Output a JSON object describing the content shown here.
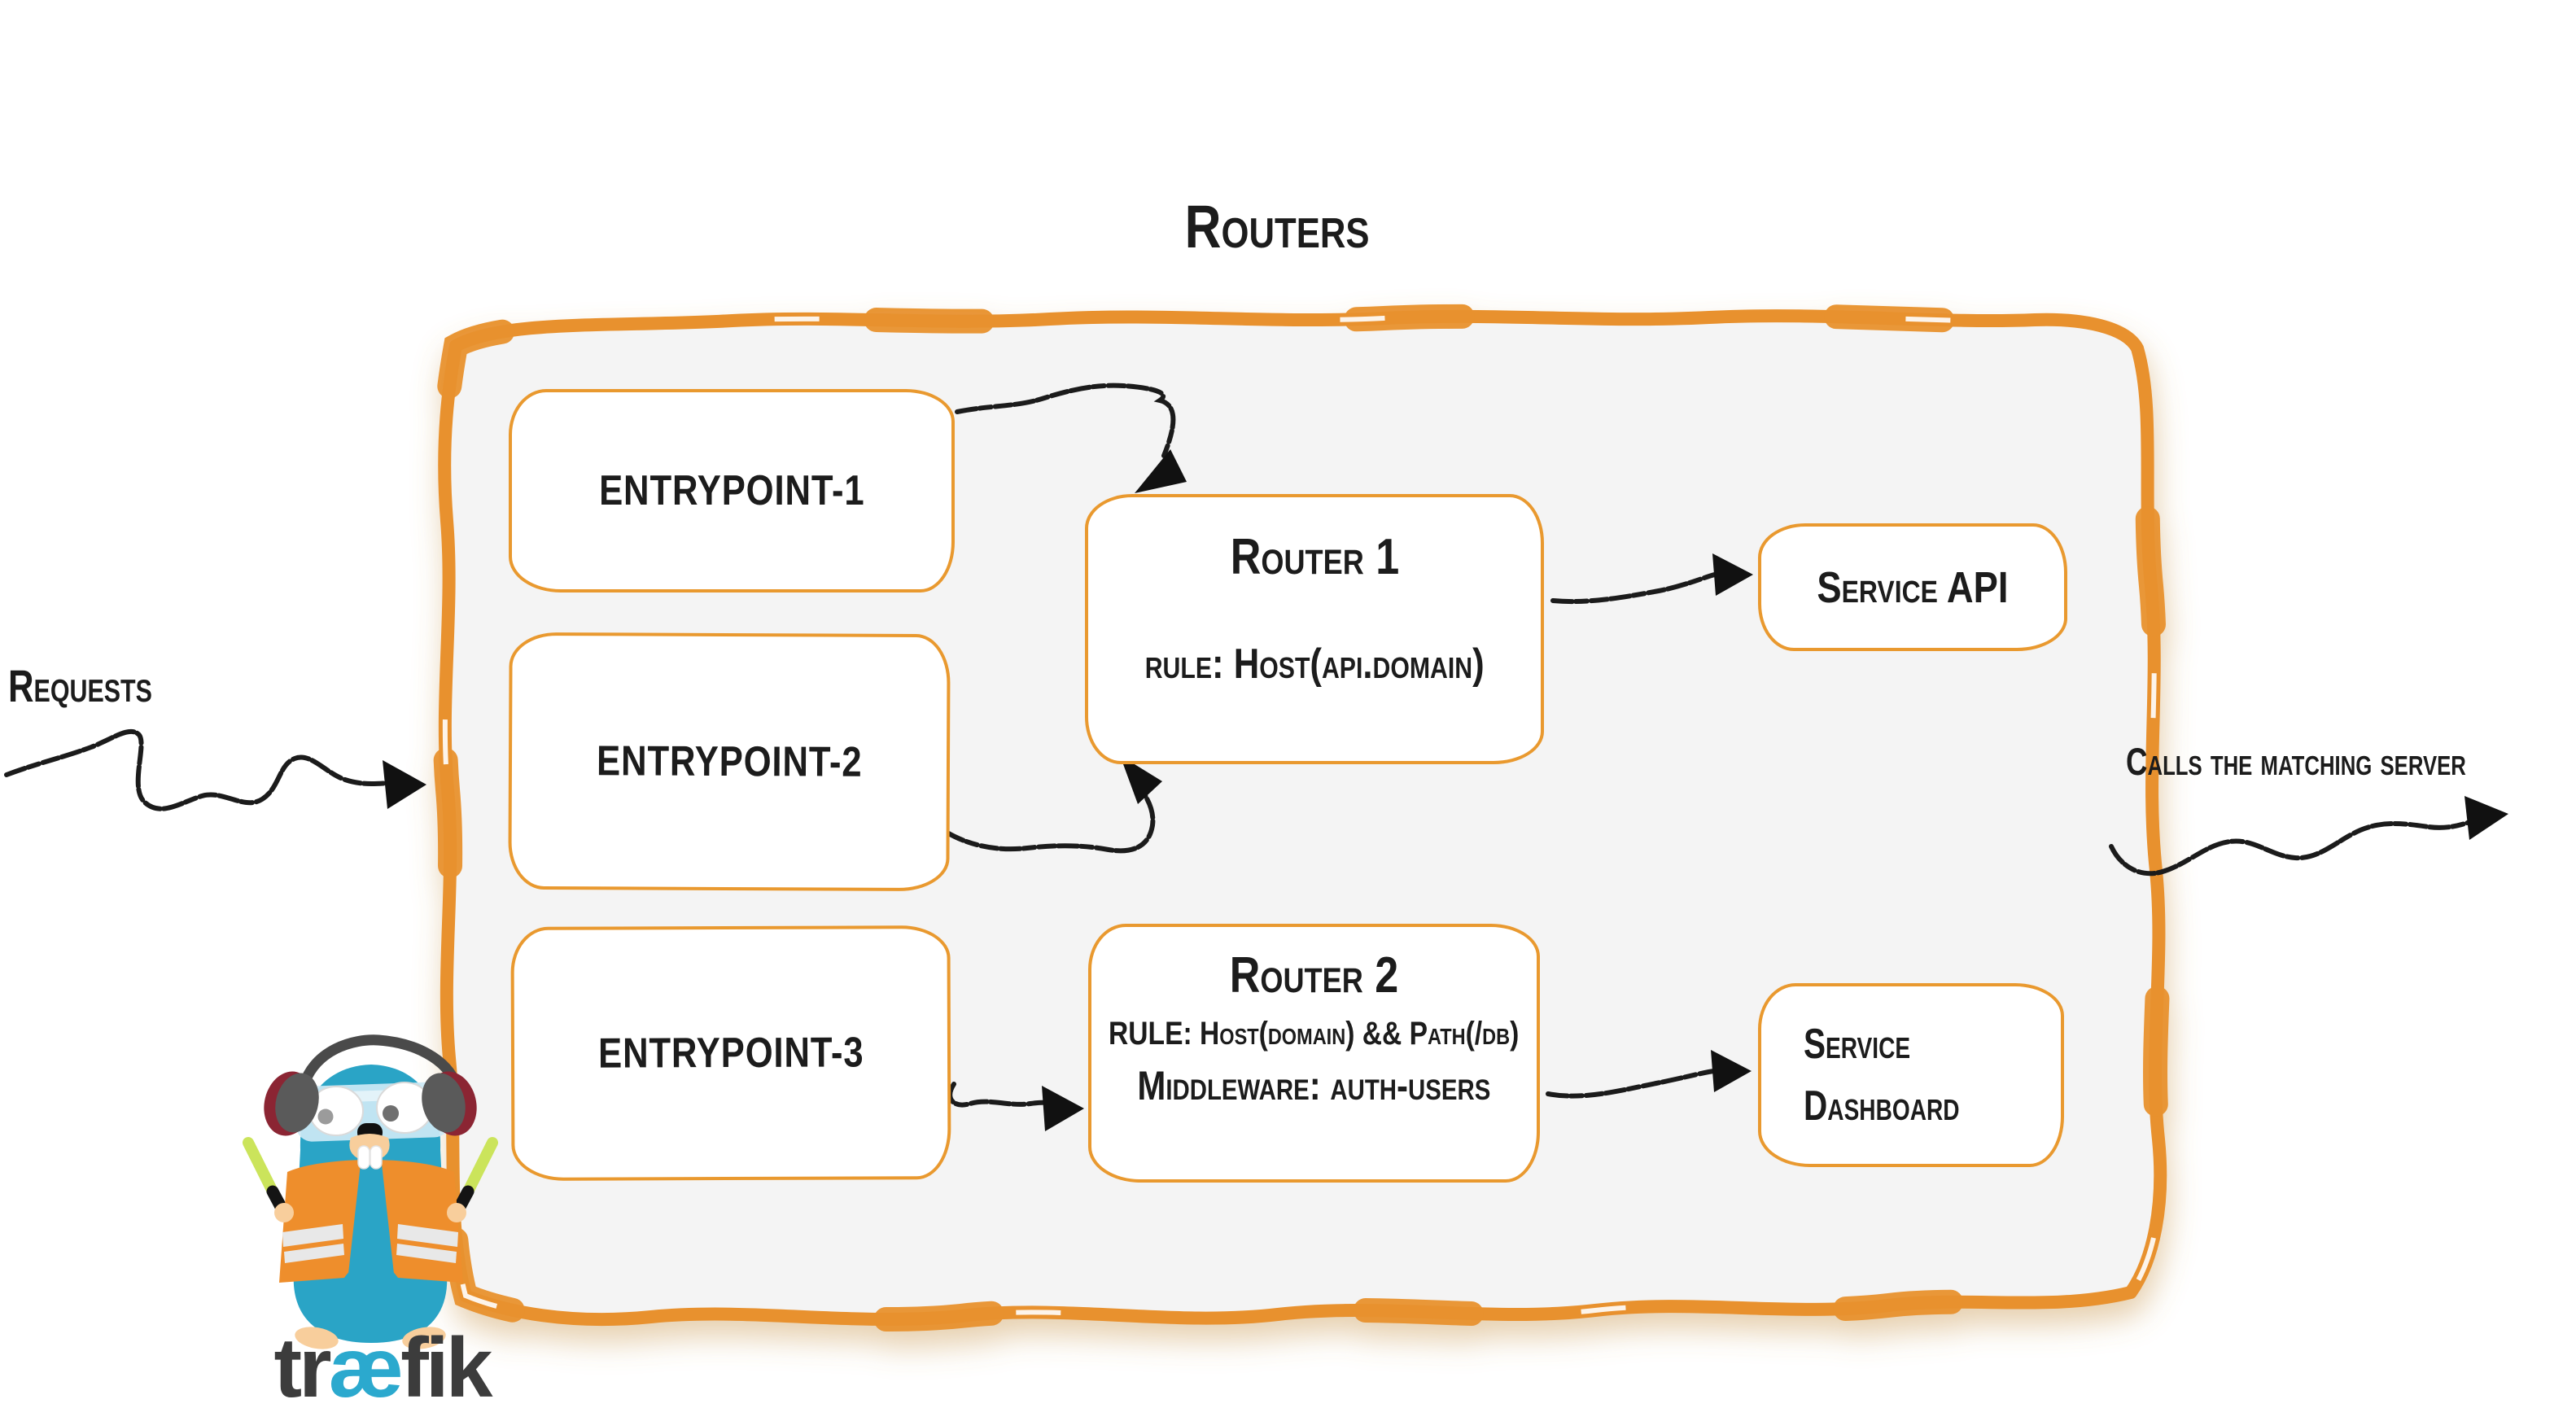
{
  "title": "Routers",
  "annotations": {
    "requests": "Requests",
    "calls_server": "Calls the matching server"
  },
  "entrypoints": [
    {
      "label": "ENTRYPOINT-1"
    },
    {
      "label": "ENTRYPOINT-2"
    },
    {
      "label": "ENTRYPOINT-3"
    }
  ],
  "routers": [
    {
      "name": "Router 1",
      "rule": "rule: Host(api.domain)"
    },
    {
      "name": "Router 2",
      "rule": "RULE: Host(domain) && Path(/db)",
      "middleware": "Middleware: auth-users"
    }
  ],
  "services": [
    {
      "line1": "Service API"
    },
    {
      "line1": "Service",
      "line2": "Dashboard"
    }
  ],
  "brand": {
    "prefix": "tr",
    "ligature": "æ",
    "suffix": "fik"
  },
  "colors": {
    "container_border": "#E8912D",
    "box_border": "#E9992F",
    "container_fill": "#F4F4F4",
    "ink": "#1C1C1C",
    "logo_body_teal": "#2AA4C6",
    "logo_vest_orange": "#EE8E2C",
    "logo_stick_green": "#CBE45B",
    "logo_skin_tan": "#F8CE9C",
    "wordmark_dark": "#3C3C3C",
    "wordmark_teal": "#2BA9CE"
  }
}
